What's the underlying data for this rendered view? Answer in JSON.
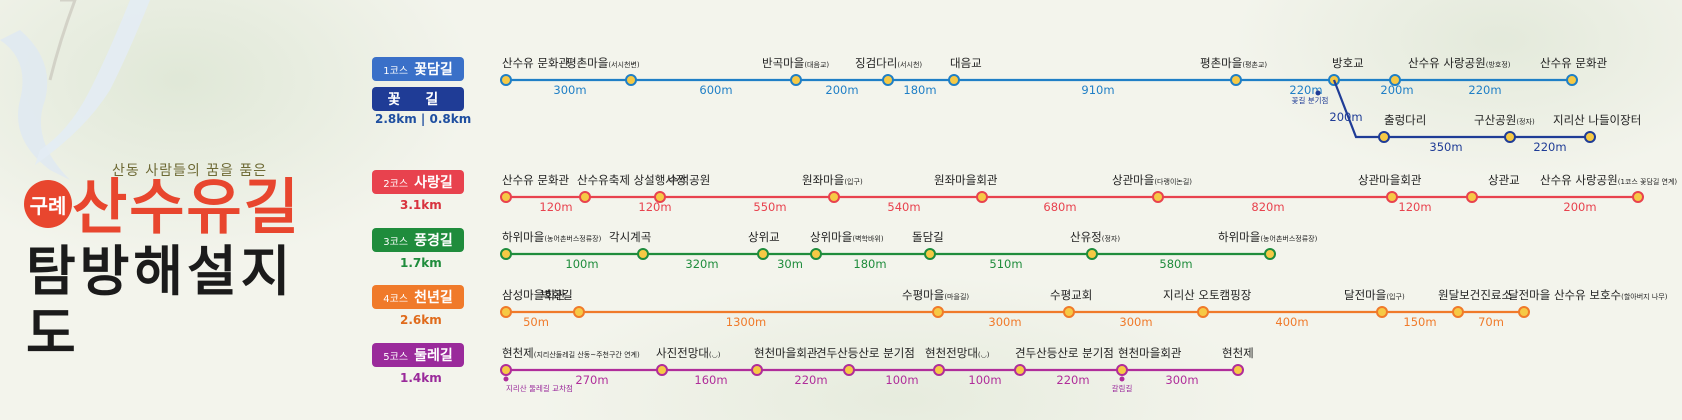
{
  "title": {
    "subtitle": "산동 사람들의 꿈을 품은",
    "brand": "구례",
    "main": "산수유길",
    "sub": "탐방해설지도"
  },
  "courses": [
    {
      "id": 1,
      "color": "#1f7fc6",
      "badge_color": "#3a70c8",
      "badge_num": "1코스",
      "badge_name": "꽃담길",
      "badge_sub": "꽃 길",
      "dist_label": "2.8km | 0.8km",
      "stops": [
        {
          "name": "산수유 문화관",
          "note": ""
        },
        {
          "name": "평촌마을",
          "note": "(서시천변)"
        },
        {
          "name": "반곡마을",
          "note": "(대음교)"
        },
        {
          "name": "징검다리",
          "note": "(서시천)"
        },
        {
          "name": "대음교",
          "note": ""
        },
        {
          "name": "평촌마을",
          "note": "(평촌교)"
        },
        {
          "name": "방호교",
          "note": ""
        },
        {
          "name": "산수유 사랑공원",
          "note": "(방호정)"
        },
        {
          "name": "산수유 문화관",
          "note": ""
        }
      ],
      "segments": [
        "300m",
        "600m",
        "200m",
        "180m",
        "910m",
        "220m",
        "200m",
        "220m"
      ],
      "branch": {
        "label": "꽃길 분기점",
        "first_seg": "200m",
        "stops": [
          {
            "name": "출렁다리",
            "note": ""
          },
          {
            "name": "구산공원",
            "note": "(정자)"
          },
          {
            "name": "지리산 나들이장터",
            "note": ""
          }
        ],
        "segments": [
          "350m",
          "220m"
        ]
      }
    },
    {
      "id": 2,
      "color": "#e8424e",
      "badge_color": "#e8424e",
      "badge_num": "2코스",
      "badge_name": "사랑길",
      "dist_label": "3.1km",
      "stops": [
        {
          "name": "산수유 문화관",
          "note": ""
        },
        {
          "name": "산수유축제 상설행사장",
          "note": ""
        },
        {
          "name": "수석공원",
          "note": ""
        },
        {
          "name": "원좌마을",
          "note": "(입구)"
        },
        {
          "name": "원좌마을회관",
          "note": ""
        },
        {
          "name": "상관마을",
          "note": "(다랭이논길)"
        },
        {
          "name": "상관마을회관",
          "note": ""
        },
        {
          "name": "상관교",
          "note": ""
        },
        {
          "name": "산수유 사랑공원",
          "note": "(1코스 꽃담길 연계)"
        }
      ],
      "segments": [
        "120m",
        "120m",
        "550m",
        "540m",
        "680m",
        "820m",
        "120m",
        "200m"
      ]
    },
    {
      "id": 3,
      "color": "#1f8c3c",
      "badge_color": "#1f8c3c",
      "badge_num": "3코스",
      "badge_name": "풍경길",
      "dist_label": "1.7km",
      "stops": [
        {
          "name": "하위마을",
          "note": "(농어촌버스정류장)"
        },
        {
          "name": "각시계곡",
          "note": ""
        },
        {
          "name": "상위교",
          "note": ""
        },
        {
          "name": "상위마을",
          "note": "(벽학바위)"
        },
        {
          "name": "돌담길",
          "note": ""
        },
        {
          "name": "산유정",
          "note": "(정자)"
        },
        {
          "name": "하위마을",
          "note": "(농어촌버스정류장)"
        }
      ],
      "segments": [
        "100m",
        "320m",
        "30m",
        "180m",
        "510m",
        "580m"
      ]
    },
    {
      "id": 4,
      "color": "#f07a2a",
      "badge_color": "#f07a2a",
      "badge_num": "4코스",
      "badge_name": "천년길",
      "dist_label": "2.6km",
      "stops": [
        {
          "name": "삼성마을회관",
          "note": ""
        },
        {
          "name": "벽화길",
          "note": ""
        },
        {
          "name": "수평마을",
          "note": "(마을길)"
        },
        {
          "name": "수평교회",
          "note": ""
        },
        {
          "name": "지리산 오토캠핑장",
          "note": ""
        },
        {
          "name": "달전마을",
          "note": "(입구)"
        },
        {
          "name": "원달보건진료소",
          "note": ""
        },
        {
          "name": "달전마을 산수유 보호수",
          "note": "(할아버지 나무)"
        }
      ],
      "segments": [
        "50m",
        "1300m",
        "300m",
        "300m",
        "400m",
        "150m",
        "70m"
      ]
    },
    {
      "id": 5,
      "color": "#b02d9a",
      "badge_color": "#9a2a9b",
      "badge_num": "5코스",
      "badge_name": "둘레길",
      "dist_label": "1.4km",
      "stops": [
        {
          "name": "현천제",
          "note": "(지리산둘레길 산동~주천구간 연계)"
        },
        {
          "name": "사진전망대",
          "note": "(◡)"
        },
        {
          "name": "현천마을회관",
          "note": ""
        },
        {
          "name": "견두산등산로 분기점",
          "note": ""
        },
        {
          "name": "현천전망대",
          "note": "(◡)"
        },
        {
          "name": "견두산등산로 분기점",
          "note": ""
        },
        {
          "name": "현천마을회관",
          "note": ""
        },
        {
          "name": "현천제",
          "note": ""
        }
      ],
      "segments": [
        "270m",
        "160m",
        "220m",
        "100m",
        "100m",
        "220m",
        "300m"
      ],
      "marks": [
        {
          "label": "지리산 둘레길 교차점"
        },
        {
          "label": "갈림길"
        }
      ]
    }
  ]
}
